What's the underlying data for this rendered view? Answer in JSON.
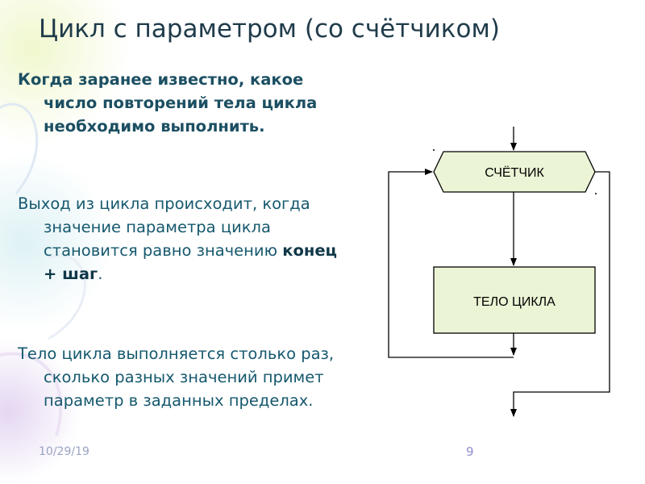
{
  "slide": {
    "title": "Цикл с параметром (со счётчиком)",
    "intro": "Когда заранее известно, какое число повторений тела цикла необходимо выполнить.",
    "exit_text_before": "Выход из цикла происходит, когда значение параметра цикла становится равно значению ",
    "exit_text_bold": "конец + шаг",
    "exit_text_after": ".",
    "body_text": "Тело цикла выполняется столько раз, сколько разных значений примет параметр в заданных пределах.",
    "date": "10/29/19",
    "page_number": "9"
  },
  "flowchart": {
    "counter_label": "СЧЁТЧИК",
    "body_label": "ТЕЛО ЦИКЛА",
    "fill_color": "#ebf5d6",
    "stroke_color": "#000000"
  }
}
